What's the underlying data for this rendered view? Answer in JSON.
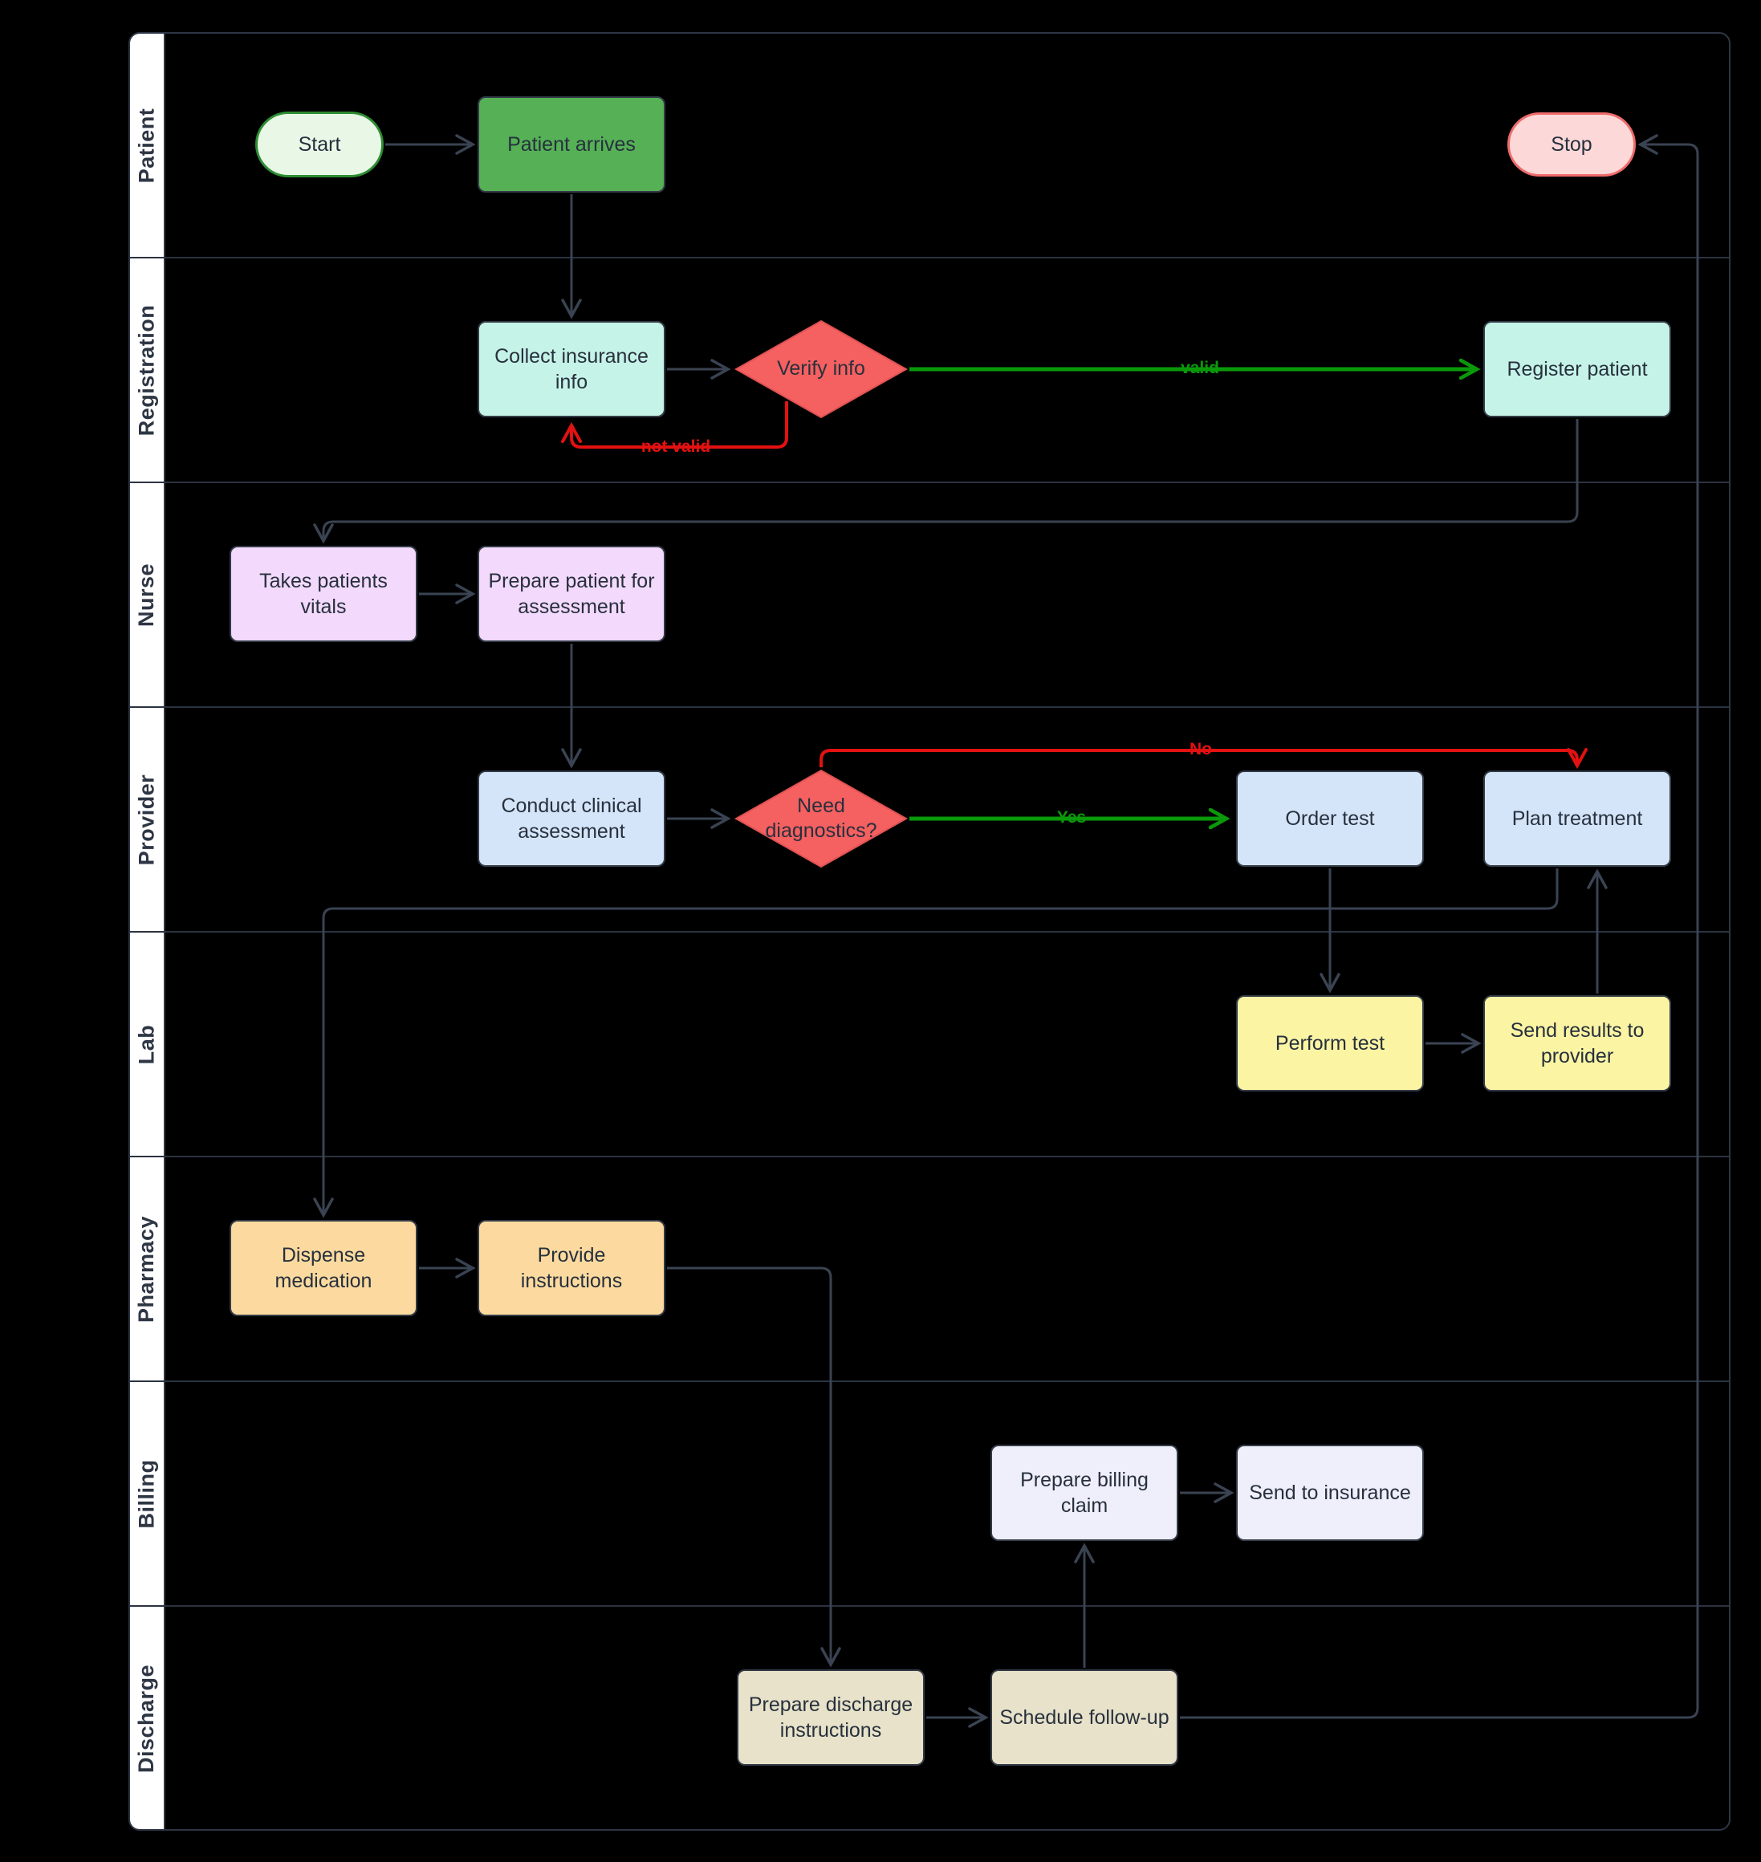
{
  "diagram": {
    "type": "swimlane-flowchart",
    "lanes": [
      "Patient",
      "Registration",
      "Nurse",
      "Provider",
      "Lab",
      "Pharmacy",
      "Billing",
      "Discharge"
    ],
    "nodes": {
      "start": {
        "label": "Start",
        "shape": "terminator",
        "lane": "Patient"
      },
      "patient_arrives": {
        "label": "Patient arrives",
        "shape": "process",
        "lane": "Patient"
      },
      "stop": {
        "label": "Stop",
        "shape": "terminator",
        "lane": "Patient"
      },
      "collect_insurance": {
        "label": "Collect insurance info",
        "shape": "process",
        "lane": "Registration"
      },
      "verify_info": {
        "label": "Verify info",
        "shape": "decision",
        "lane": "Registration"
      },
      "register_patient": {
        "label": "Register patient",
        "shape": "process",
        "lane": "Registration"
      },
      "takes_vitals": {
        "label": "Takes patients vitals",
        "shape": "process",
        "lane": "Nurse"
      },
      "prepare_patient": {
        "label": "Prepare patient for assessment",
        "shape": "process",
        "lane": "Nurse"
      },
      "conduct_assessment": {
        "label": "Conduct clinical assessment",
        "shape": "process",
        "lane": "Provider"
      },
      "need_diagnostics": {
        "label": "Need diagnostics?",
        "shape": "decision",
        "lane": "Provider"
      },
      "order_test": {
        "label": "Order test",
        "shape": "process",
        "lane": "Provider"
      },
      "plan_treatment": {
        "label": "Plan treatment",
        "shape": "process",
        "lane": "Provider"
      },
      "perform_test": {
        "label": "Perform test",
        "shape": "process",
        "lane": "Lab"
      },
      "send_results": {
        "label": "Send results to provider",
        "shape": "process",
        "lane": "Lab"
      },
      "dispense_medication": {
        "label": "Dispense medication",
        "shape": "process",
        "lane": "Pharmacy"
      },
      "provide_instructions": {
        "label": "Provide instructions",
        "shape": "process",
        "lane": "Pharmacy"
      },
      "prepare_billing": {
        "label": "Prepare billing claim",
        "shape": "process",
        "lane": "Billing"
      },
      "send_insurance": {
        "label": "Send  to insurance",
        "shape": "process",
        "lane": "Billing"
      },
      "prepare_discharge": {
        "label": "Prepare discharge instructions",
        "shape": "process",
        "lane": "Discharge"
      },
      "schedule_followup": {
        "label": "Schedule follow-up",
        "shape": "process",
        "lane": "Discharge"
      }
    },
    "edge_labels": {
      "valid": "valid",
      "not_valid": "not valid",
      "yes": "Yes",
      "no": "No"
    },
    "colors": {
      "background": "#000000",
      "lane_label_bg": "#ffffff",
      "lane_border": "#2e3645",
      "edge_gray": "#3a4352",
      "edge_green": "#0a990a",
      "edge_red": "#e31111",
      "start_fill": "#e9f7e6",
      "start_border": "#2d8c32",
      "stop_fill": "#fcd8d8",
      "stop_border": "#ee6b6b",
      "patient_green": "#55b056",
      "registration_cyan": "#c5f3e7",
      "nurse_purple": "#f3d9fc",
      "provider_blue": "#d5e5f9",
      "lab_yellow": "#fbf4a3",
      "pharmacy_orange": "#fcda9f",
      "billing_lavender": "#efeefb",
      "discharge_beige": "#e7e2c9",
      "decision_red": "#f56060"
    }
  }
}
